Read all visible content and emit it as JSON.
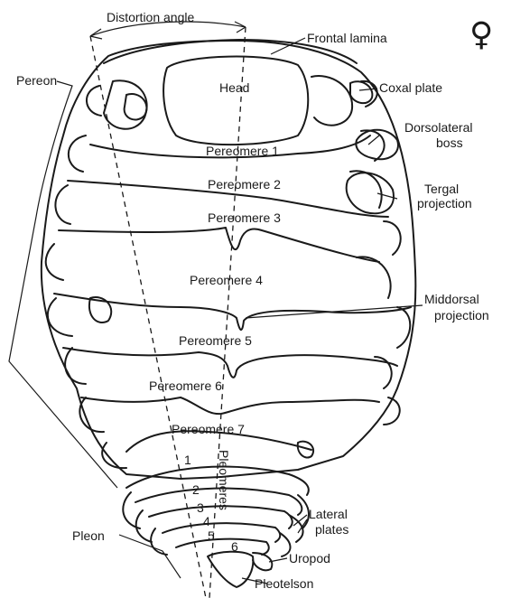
{
  "figure": {
    "sex_symbol": "♀",
    "labels": {
      "distortion_angle": "Distortion angle",
      "frontal_lamina": "Frontal lamina",
      "pereon": "Pereon",
      "head": "Head",
      "coxal_plate": "Coxal plate",
      "dorsolateral_boss_line1": "Dorsolateral",
      "dorsolateral_boss_line2": "boss",
      "pereomere_1": "Pereomere 1",
      "pereomere_2": "Pereomere 2",
      "tergal_projection_line1": "Tergal",
      "tergal_projection_line2": "projection",
      "pereomere_3": "Pereomere 3",
      "pereomere_4": "Pereomere 4",
      "middorsal_projection_line1": "Middorsal",
      "middorsal_projection_line2": "projection",
      "pereomere_5": "Pereomere 5",
      "pereomere_6": "Pereomere 6",
      "pereomere_7": "Pereomere 7",
      "pleomeres": "Pleomeres",
      "pleomere_1": "1",
      "pleomere_2": "2",
      "pleomere_3": "3",
      "pleomere_4": "4",
      "pleomere_5": "5",
      "pleomere_6": "6",
      "lateral_plates_line1": "Lateral",
      "lateral_plates_line2": "plates",
      "pleon": "Pleon",
      "uropod": "Uropod",
      "pleotelson": "Pleotelson"
    }
  }
}
